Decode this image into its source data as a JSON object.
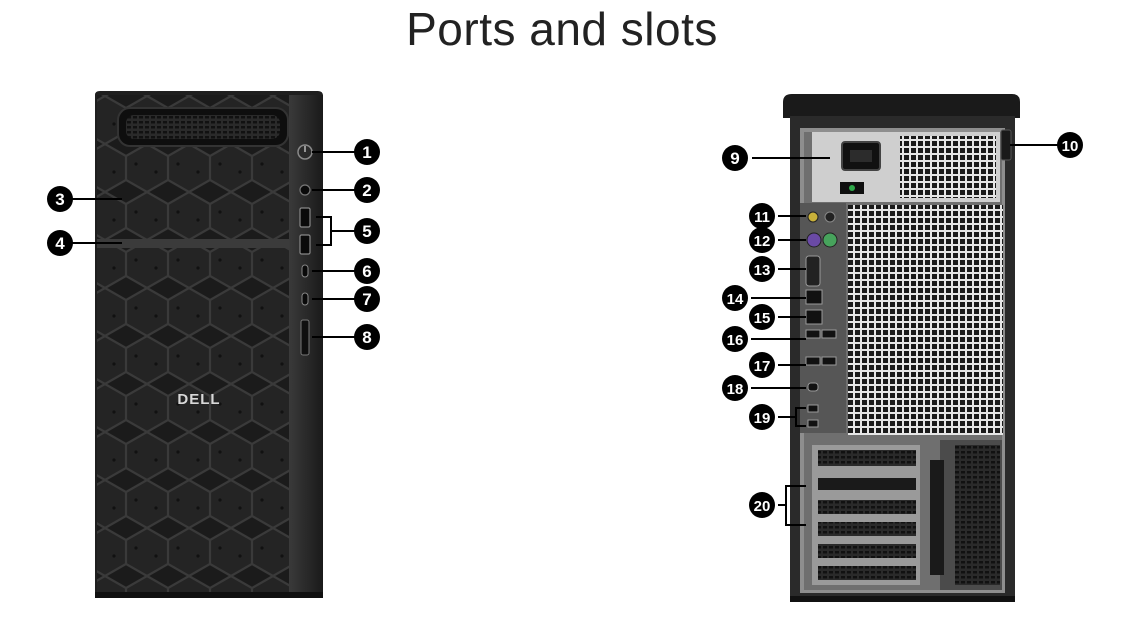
{
  "title": "Ports and slots",
  "brand_logo": "DELL",
  "front_callouts": [
    "1",
    "2",
    "3",
    "4",
    "5",
    "6",
    "7",
    "8"
  ],
  "rear_callouts": [
    "9",
    "10",
    "11",
    "12",
    "13",
    "14",
    "15",
    "16",
    "17",
    "18",
    "19",
    "20"
  ],
  "colors": {
    "chassis": "#1c1c1c",
    "chassis_edge": "#2e2e2e",
    "front_grille": "#262626",
    "rear_panel": "#5a5a5a",
    "callout": "#000000"
  },
  "icons": [
    "power-button-icon",
    "audio-jack-icon",
    "usb-a-port-icon",
    "usb-c-port-icon",
    "sd-card-slot-icon",
    "power-socket-icon",
    "ps2-port-icon",
    "serial-port-icon",
    "ethernet-port-icon",
    "displayport-icon",
    "pcie-slot-icon",
    "padlock-ring-icon"
  ]
}
